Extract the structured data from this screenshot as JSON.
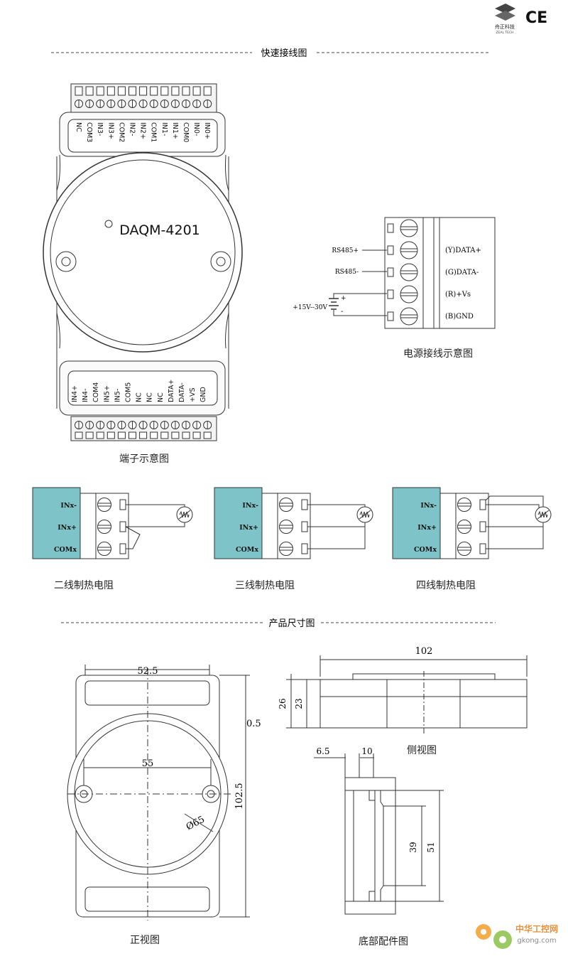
{
  "brand": {
    "name": "舟正科技",
    "sub": "ZEAL TECH",
    "ce": "CE"
  },
  "section_wiring": "快速接线图",
  "section_dimensions": "产品尺寸图",
  "module": {
    "model": "DAQM-4201",
    "top_terminals": [
      "NC",
      "COM3",
      "IN3-",
      "IN3+",
      "COM2",
      "IN2-",
      "IN2+",
      "COM1",
      "IN1-",
      "IN1+",
      "COM0",
      "IN0-",
      "IN0+"
    ],
    "bottom_terminals": [
      "IN4+",
      "IN4-",
      "COM4",
      "IN5+",
      "IN5-",
      "COM5",
      "NC",
      "NC",
      "NC",
      "DATA+",
      "DATA-",
      "+VS",
      "GND"
    ],
    "caption": "端子示意图"
  },
  "power": {
    "left_labels": [
      "RS485+",
      "RS485-",
      "+15V--30V"
    ],
    "right_labels": [
      "(Y)DATA+",
      "(G)DATA-",
      "(R)+Vs",
      "(B)GND"
    ],
    "plus": "+",
    "minus": "-",
    "caption": "电源接线示意图"
  },
  "rtd": {
    "labels": [
      "INx-",
      "INx+",
      "COMx"
    ],
    "captions": [
      "二线制热电阻",
      "三线制热电阻",
      "四线制热电阻"
    ]
  },
  "dims": {
    "front": {
      "w": "52.5",
      "hole": "55",
      "dia": "Ø65",
      "h": "102.5",
      "edge": "0.5",
      "caption": "正视图"
    },
    "side": {
      "len": "102",
      "h26": "26",
      "h23": "23",
      "caption": "侧视图"
    },
    "bottom": {
      "d1": "6.5",
      "d2": "10",
      "h39": "39",
      "h51": "51",
      "caption": "底部配件图"
    }
  },
  "watermark": {
    "cn": "中华工控网",
    "url": "gkong.com"
  },
  "colors": {
    "accent": "#7ec3c7",
    "panel": "#ececec",
    "line": "#333333"
  }
}
